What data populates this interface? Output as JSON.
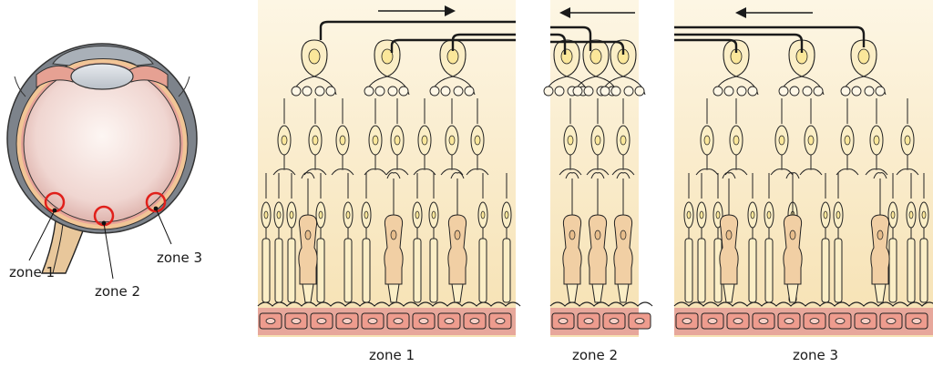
{
  "labels": {
    "eye_zone1": "zone 1",
    "eye_zone2": "zone 2",
    "eye_zone3": "zone 3",
    "panel_zone1": "zone 1",
    "panel_zone2": "zone 2",
    "panel_zone3": "zone 3"
  },
  "colors": {
    "panel_top": "#fdf5e1",
    "panel_bottom": "#f7e3b6",
    "cell_fill": "#fbeec6",
    "cell_body": "#f1cfa4",
    "nucleus": "#fbe79a",
    "outline": "#222222",
    "epithelium": "#e7a79b",
    "epithelium_dark": "#c9786c",
    "marker": "#e0201b",
    "sclera": "#7a8088",
    "vitreous_center": "#fbf1ec",
    "vitreous_edge": "#d9aaa4"
  },
  "icons": [
    "arrow-right-icon",
    "arrow-left-icon"
  ]
}
